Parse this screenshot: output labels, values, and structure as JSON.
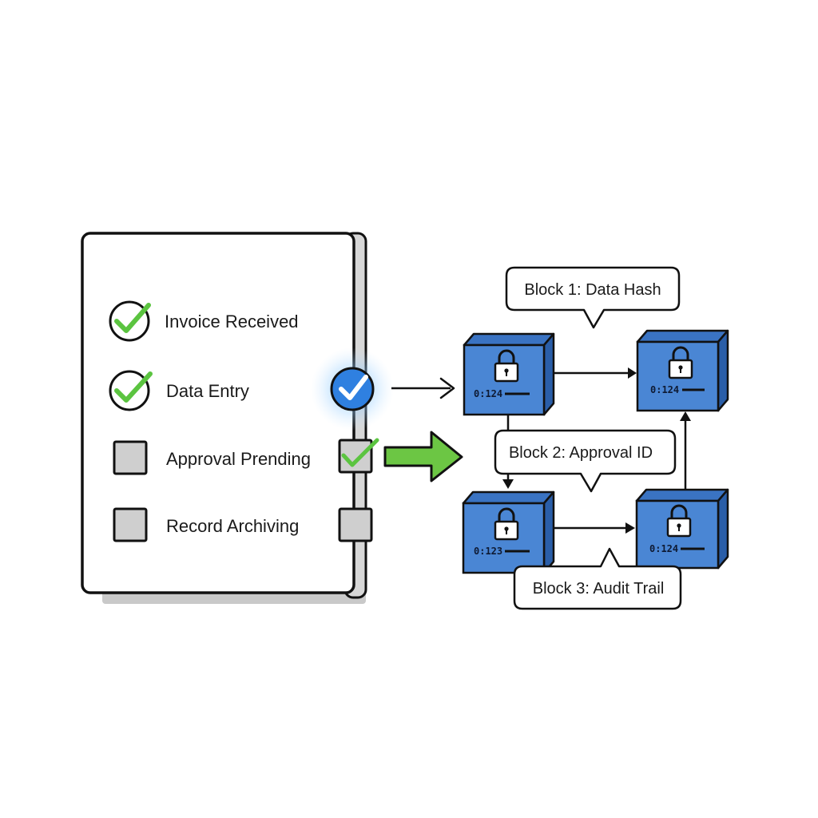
{
  "checklist": {
    "items": [
      {
        "label": "Invoice Received",
        "state": "checked"
      },
      {
        "label": "Data Entry",
        "state": "checked"
      },
      {
        "label": "Approval Prending",
        "state": "unchecked"
      },
      {
        "label": "Record Archiving",
        "state": "unchecked"
      }
    ]
  },
  "blocks": [
    {
      "id": "0:124"
    },
    {
      "id": "0:124"
    },
    {
      "id": "0:123"
    },
    {
      "id": "0:124"
    }
  ],
  "callouts": {
    "block1": "Block 1: Data Hash",
    "block2": "Block 2: Approval ID",
    "block3": "Block 3: Audit Trail"
  },
  "colors": {
    "check_green": "#5bc440",
    "accent_blue": "#2f80e0",
    "block_face": "#4a86d4",
    "block_top": "#3a73c2",
    "block_side": "#2a5ea8",
    "arrow_green": "#6cc644",
    "checkbox_gray": "#cfcfcf"
  }
}
